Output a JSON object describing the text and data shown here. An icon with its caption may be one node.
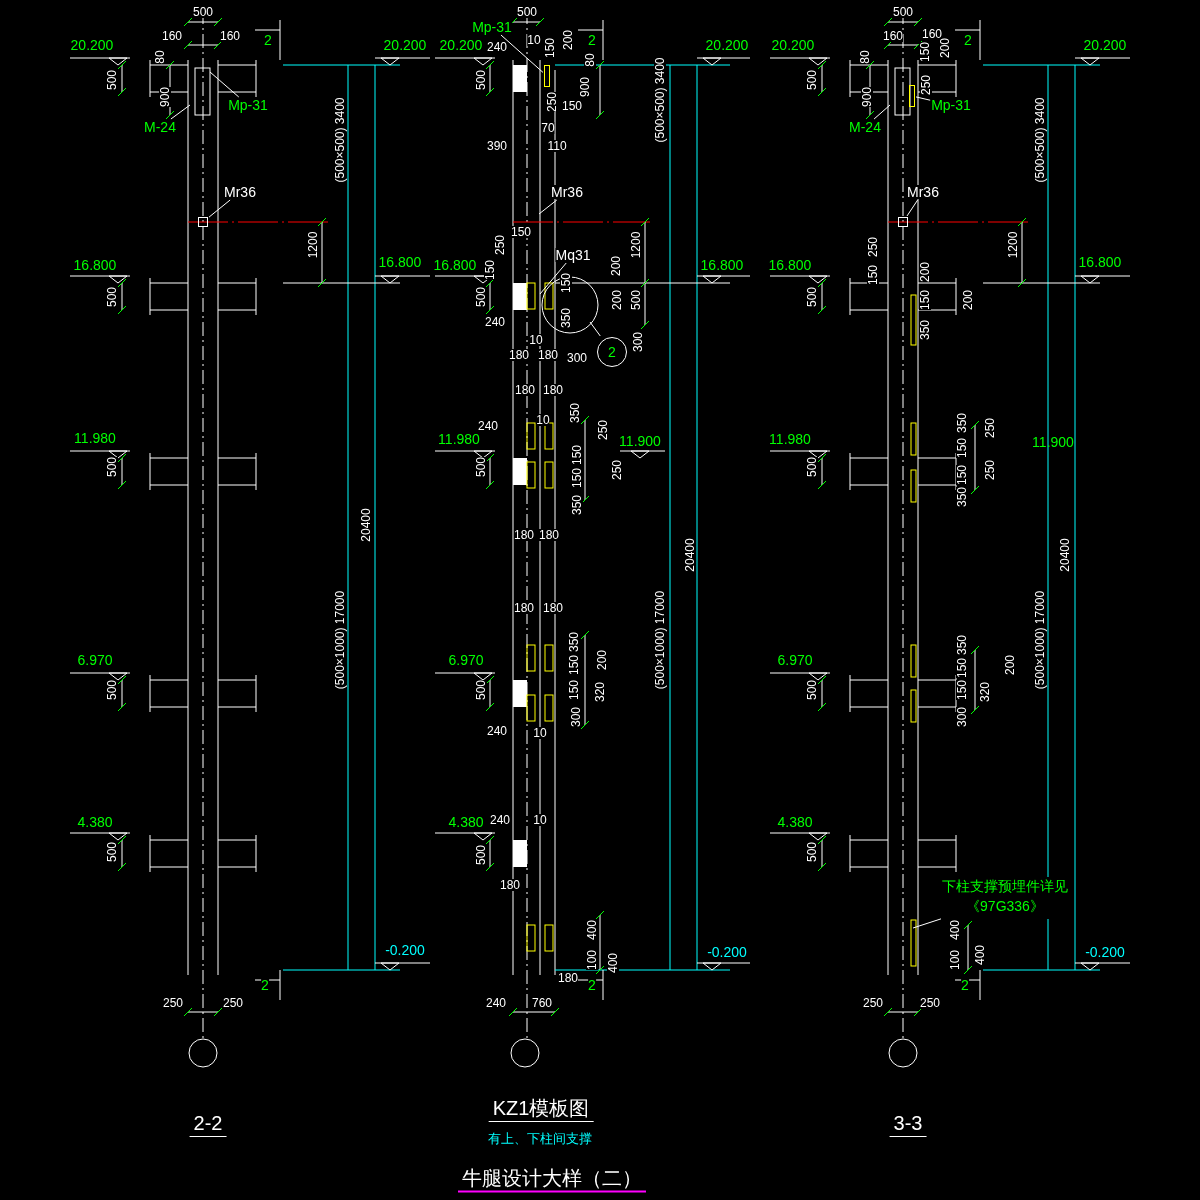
{
  "diagram": {
    "title": "牛腿设计大样（二）",
    "nodes": [
      {
        "text": [
          "M-24"
        ]
      },
      {
        "text": [
          "Mp-31"
        ]
      },
      {
        "text": [
          "Mr36"
        ]
      },
      {
        "text": [
          "Mp-31"
        ]
      },
      {
        "text": [
          "Mr36"
        ]
      },
      {
        "text": [
          "Mq31"
        ]
      },
      {
        "text": [
          "2"
        ]
      },
      {
        "text": [
          "M-24"
        ]
      },
      {
        "text": [
          "Mp-31"
        ]
      },
      {
        "text": [
          "Mr36"
        ]
      },
      {
        "text": [
          "下柱支撑预埋件详见",
          "《97G336》"
        ]
      },
      {
        "text": [],
        "shape": "box"
      },
      {
        "text": [],
        "shape": "box"
      },
      {
        "text": [],
        "shape": "bar"
      },
      {
        "text": [],
        "shape": "bar"
      }
    ],
    "edges": [
      {
        "from": 0,
        "to": null,
        "arrow": "none"
      },
      {
        "from": 1,
        "to": null,
        "arrow": "none"
      },
      {
        "from": 2,
        "to": 11,
        "arrow": "none"
      },
      {
        "from": 3,
        "to": 13,
        "arrow": "none"
      },
      {
        "from": 4,
        "to": null,
        "arrow": "none"
      },
      {
        "from": 5,
        "to": null,
        "arrow": "none"
      },
      {
        "from": 6,
        "to": null,
        "arrow": "none"
      },
      {
        "from": 7,
        "to": null,
        "arrow": "none"
      },
      {
        "from": 8,
        "to": 14,
        "arrow": "none"
      },
      {
        "from": 9,
        "to": 12,
        "arrow": "none"
      },
      {
        "from": 10,
        "to": null,
        "arrow": "none"
      }
    ],
    "labels": [
      "500",
      "160",
      "160",
      "2",
      "20.200",
      "80",
      "500",
      "900",
      "(500×500) 3400",
      "20.200",
      "1200",
      "16.800",
      "16.800",
      "500",
      "11.980",
      "500",
      "20400",
      "(500×1000) 17000",
      "6.970",
      "500",
      "4.380",
      "500",
      "-0.200",
      "2",
      "250",
      "250",
      "2-2",
      "500",
      "2",
      "20.200",
      "240",
      "10",
      "150",
      "200",
      "80",
      "500",
      "250",
      "900",
      "150",
      "70",
      "390",
      "110",
      "20.200",
      "(500×500) 3400",
      "150",
      "250",
      "1200",
      "16.800",
      "150",
      "200",
      "16.800",
      "500",
      "150",
      "350",
      "200",
      "500",
      "240",
      "10",
      "300",
      "300",
      "180",
      "180",
      "180",
      "180",
      "10",
      "240",
      "350",
      "250",
      "11.980",
      "11.900",
      "150",
      "500",
      "150",
      "250",
      "350",
      "180",
      "180",
      "20400",
      "(500×1000) 17000",
      "180",
      "180",
      "350",
      "150",
      "200",
      "6.970",
      "500",
      "150",
      "320",
      "300",
      "240",
      "10",
      "4.380",
      "240",
      "10",
      "500",
      "180",
      "400",
      "100",
      "400",
      "-0.200",
      "180",
      "2",
      "240",
      "760",
      "KZ1模板图",
      "有上、下柱间支撑",
      "500",
      "160",
      "160",
      "2",
      "20.200",
      "150",
      "200",
      "80",
      "500",
      "900",
      "250",
      "20.200",
      "(500×500) 3400",
      "250",
      "1200",
      "150",
      "200",
      "16.800",
      "16.800",
      "500",
      "150",
      "350",
      "200",
      "350",
      "150",
      "250",
      "11.980",
      "11.900",
      "500",
      "150",
      "250",
      "350",
      "20400",
      "(500×1000) 17000",
      "350",
      "150",
      "200",
      "6.970",
      "500",
      "150",
      "320",
      "300",
      "4.380",
      "500",
      "400",
      "100",
      "400",
      "-0.200",
      "2",
      "250",
      "250",
      "3-3"
    ]
  }
}
